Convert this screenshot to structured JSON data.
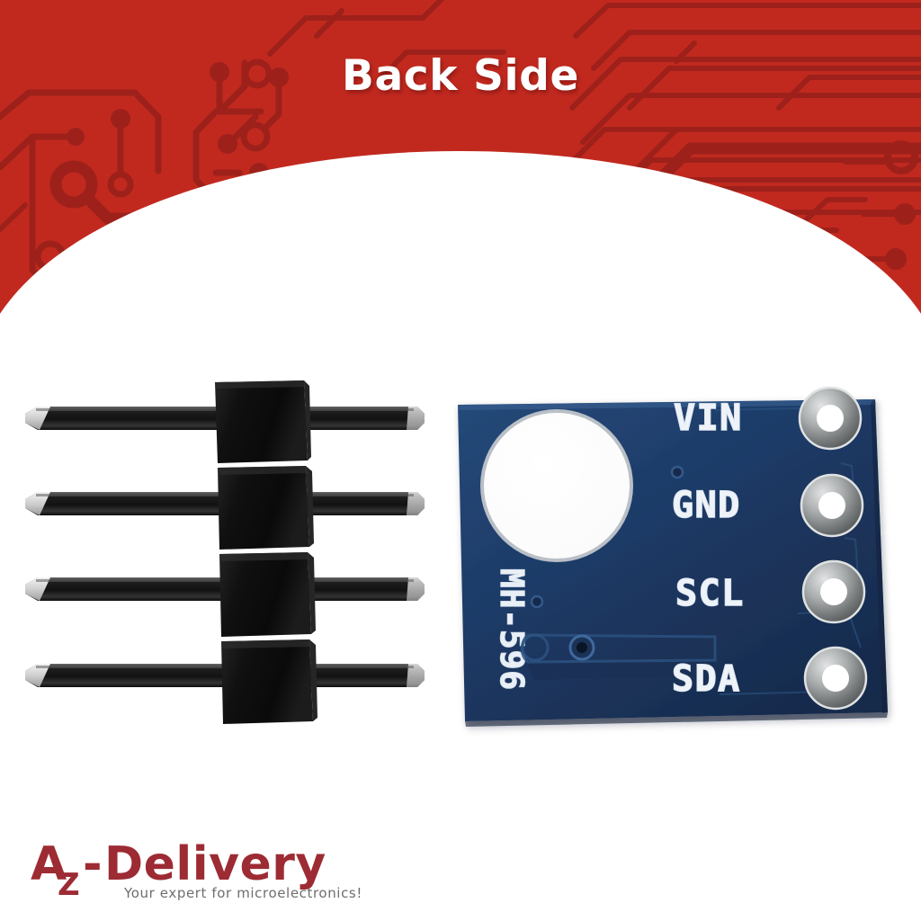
{
  "header": {
    "title": "Back Side",
    "background_color": "#c1291f",
    "trace_color": "#9d211a",
    "title_color": "#ffffff"
  },
  "product": {
    "pin_header": {
      "name": "4-pin male header strip",
      "pin_count": 4,
      "body_color": "#1a1a1a",
      "pin_color": "#2b2b2b",
      "tip_color": "#d8d8d8"
    },
    "pcb": {
      "name": "MH-596 sensor module back side",
      "silkscreen_vertical": "MH-596",
      "board_color": "#1d3a66",
      "silkscreen_color": "#e8eef5",
      "pad_color": "#b9bcbd",
      "sensor_aperture": "circular-cutout",
      "pins": [
        {
          "label": "VIN"
        },
        {
          "label": "GND"
        },
        {
          "label": "SCL"
        },
        {
          "label": "SDA"
        }
      ]
    }
  },
  "brand": {
    "name_az": "AZ",
    "name_a": "A",
    "name_z": "Z",
    "dash": "-",
    "name_delivery": "Delivery",
    "tagline": "Your expert for microelectronics!",
    "logo_color": "#9d2b33",
    "tagline_color": "#6e6e6e"
  }
}
